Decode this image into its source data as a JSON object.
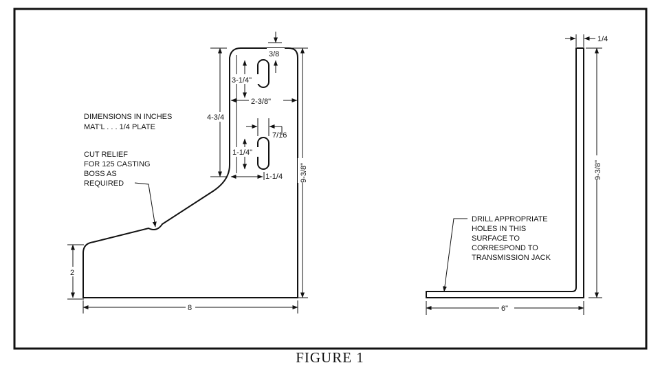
{
  "caption": "FIGURE 1",
  "left_part": {
    "dim_3_8": "3/8",
    "dim_3_1_4": "3-1/4\"",
    "dim_4_3_4": "4-3/4",
    "dim_2_3_8": "2-3/8\"",
    "dim_7_16": "7/16",
    "dim_1_1_4_slot": "1-1/4\"",
    "dim_1_1_4_edge": "1-1/4",
    "dim_9_3_8": "9-3/8\"",
    "dim_2": "2",
    "dim_8": "8"
  },
  "notes": {
    "dimensions": [
      "DIMENSIONS IN INCHES",
      "MAT'L . . . 1/4 PLATE"
    ],
    "relief": [
      "CUT RELIEF",
      "FOR 125 CASTING",
      "BOSS AS",
      "REQUIRED"
    ]
  },
  "right_part": {
    "dim_1_4": "1/4",
    "dim_9_3_8": "9-3/8\"",
    "dim_6": "6\"",
    "note": [
      "DRILL APPROPRIATE",
      "HOLES IN THIS",
      "SURFACE TO",
      "CORRESPOND TO",
      "TRANSMISSION JACK"
    ]
  }
}
